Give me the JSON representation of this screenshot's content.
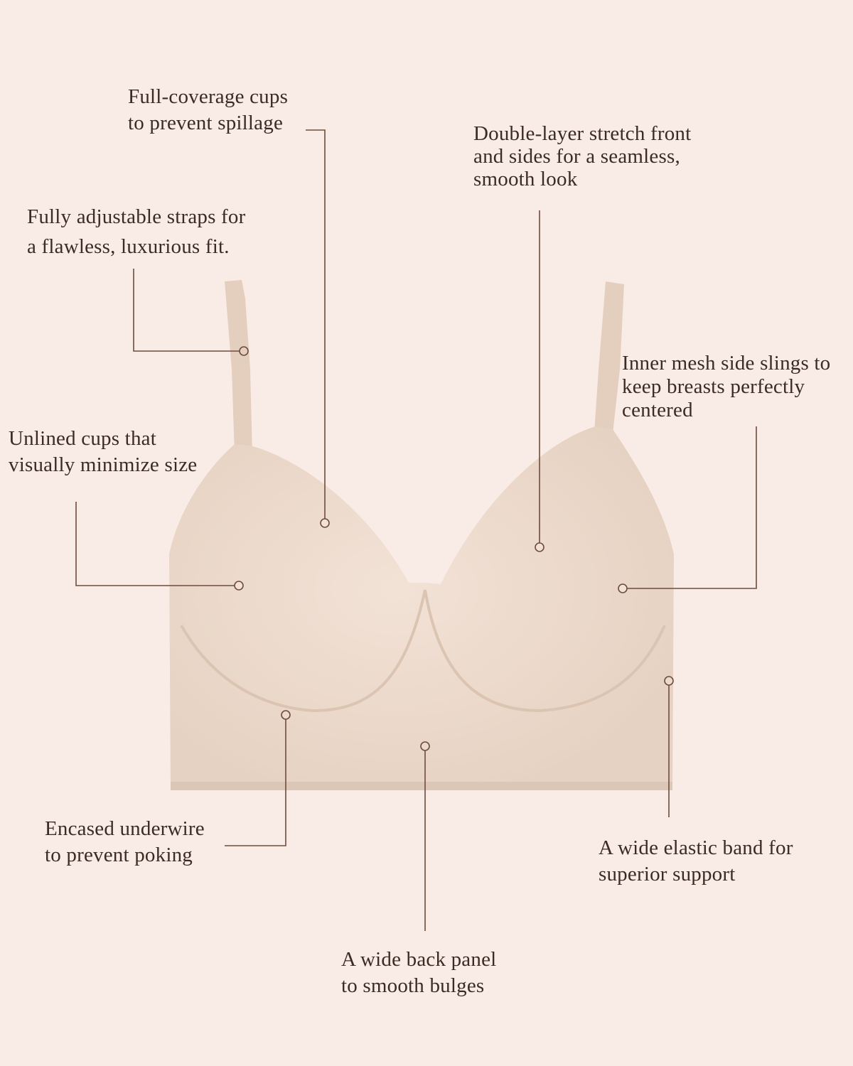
{
  "colors": {
    "background": "#f9ece6",
    "product": "#ecd9ca",
    "callout_line": "#6e4c3c",
    "text": "#3b2b23"
  },
  "callouts": [
    {
      "lines": [
        "Full-coverage cups",
        "to prevent spillage"
      ]
    },
    {
      "lines": [
        "Fully adjustable straps for",
        "a flawless, luxurious fit."
      ]
    },
    {
      "lines": [
        "Unlined cups that",
        "visually minimize size"
      ]
    },
    {
      "lines": [
        "Double-layer stretch front",
        "and sides for a seamless,",
        "smooth look"
      ]
    },
    {
      "lines": [
        "Inner mesh side slings to",
        "keep breasts perfectly",
        "centered"
      ]
    },
    {
      "lines": [
        "Encased underwire",
        "to prevent poking"
      ]
    },
    {
      "lines": [
        "A wide back panel",
        "to smooth bulges"
      ]
    },
    {
      "lines": [
        "A wide elastic band for",
        "superior support"
      ]
    }
  ]
}
